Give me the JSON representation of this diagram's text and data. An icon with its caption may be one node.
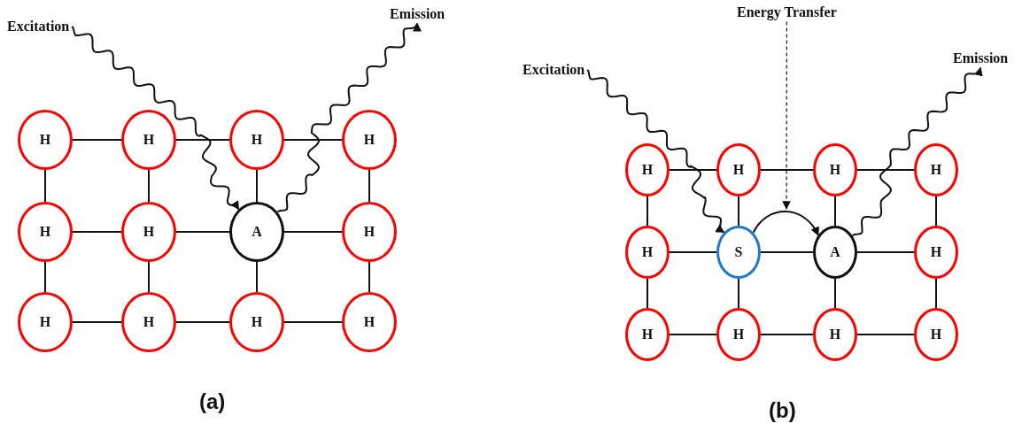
{
  "diagram": {
    "nodes": [
      {
        "text": [
          "Excitation"
        ]
      },
      {
        "text": [
          "Emission"
        ]
      },
      {
        "text": [
          "H"
        ]
      },
      {
        "text": [
          "H"
        ]
      },
      {
        "text": [
          "H"
        ]
      },
      {
        "text": [
          "H"
        ]
      },
      {
        "text": [
          "H"
        ]
      },
      {
        "text": [
          "H"
        ]
      },
      {
        "text": [
          "A"
        ]
      },
      {
        "text": [
          "H"
        ]
      },
      {
        "text": [
          "H"
        ]
      },
      {
        "text": [
          "H"
        ]
      },
      {
        "text": [
          "H"
        ]
      },
      {
        "text": [
          "H"
        ]
      },
      {
        "text": [
          "Energy Transfer"
        ]
      },
      {
        "text": [
          "Excitation"
        ]
      },
      {
        "text": [
          "Emission"
        ]
      },
      {
        "text": [
          "H"
        ]
      },
      {
        "text": [
          "H"
        ]
      },
      {
        "text": [
          "H"
        ]
      },
      {
        "text": [
          "H"
        ]
      },
      {
        "text": [
          "H"
        ]
      },
      {
        "text": [
          "S"
        ]
      },
      {
        "text": [
          "A"
        ]
      },
      {
        "text": [
          "H"
        ]
      },
      {
        "text": [
          "H"
        ]
      },
      {
        "text": [
          "H"
        ]
      },
      {
        "text": [
          "H"
        ]
      },
      {
        "text": [
          "H"
        ]
      }
    ],
    "edges": [
      {
        "from": 0,
        "to": 8,
        "arrow": "to"
      },
      {
        "from": 8,
        "to": 1,
        "arrow": "to"
      },
      {
        "from": 2,
        "to": 3,
        "arrow": "none"
      },
      {
        "from": 3,
        "to": 4,
        "arrow": "none"
      },
      {
        "from": 4,
        "to": 5,
        "arrow": "none"
      },
      {
        "from": 6,
        "to": 7,
        "arrow": "none"
      },
      {
        "from": 7,
        "to": 8,
        "arrow": "none"
      },
      {
        "from": 8,
        "to": 9,
        "arrow": "none"
      },
      {
        "from": 10,
        "to": 11,
        "arrow": "none"
      },
      {
        "from": 11,
        "to": 12,
        "arrow": "none"
      },
      {
        "from": 12,
        "to": 13,
        "arrow": "none"
      },
      {
        "from": 2,
        "to": 6,
        "arrow": "none"
      },
      {
        "from": 6,
        "to": 10,
        "arrow": "none"
      },
      {
        "from": 3,
        "to": 7,
        "arrow": "none"
      },
      {
        "from": 7,
        "to": 11,
        "arrow": "none"
      },
      {
        "from": 4,
        "to": 8,
        "arrow": "none"
      },
      {
        "from": 8,
        "to": 12,
        "arrow": "none"
      },
      {
        "from": 5,
        "to": 9,
        "arrow": "none"
      },
      {
        "from": 9,
        "to": 13,
        "arrow": "none"
      },
      {
        "from": 15,
        "to": 22,
        "arrow": "to"
      },
      {
        "from": 23,
        "to": 16,
        "arrow": "to"
      },
      {
        "from": 22,
        "to": 23,
        "arrow": "to"
      },
      {
        "from": 14,
        "to": null,
        "arrow": "to",
        "style": "dashed"
      },
      {
        "from": 17,
        "to": 18,
        "arrow": "none"
      },
      {
        "from": 18,
        "to": 19,
        "arrow": "none"
      },
      {
        "from": 19,
        "to": 20,
        "arrow": "none"
      },
      {
        "from": 21,
        "to": 22,
        "arrow": "none"
      },
      {
        "from": 22,
        "to": 23,
        "arrow": "none"
      },
      {
        "from": 23,
        "to": 24,
        "arrow": "none"
      },
      {
        "from": 25,
        "to": 26,
        "arrow": "none"
      },
      {
        "from": 26,
        "to": 27,
        "arrow": "none"
      },
      {
        "from": 27,
        "to": 28,
        "arrow": "none"
      },
      {
        "from": 17,
        "to": 21,
        "arrow": "none"
      },
      {
        "from": 21,
        "to": 25,
        "arrow": "none"
      },
      {
        "from": 18,
        "to": 22,
        "arrow": "none"
      },
      {
        "from": 22,
        "to": 26,
        "arrow": "none"
      },
      {
        "from": 19,
        "to": 23,
        "arrow": "none"
      },
      {
        "from": 23,
        "to": 27,
        "arrow": "none"
      },
      {
        "from": 20,
        "to": 24,
        "arrow": "none"
      },
      {
        "from": 24,
        "to": 28,
        "arrow": "none"
      }
    ],
    "labels": [
      "(a)",
      "(b)"
    ]
  }
}
